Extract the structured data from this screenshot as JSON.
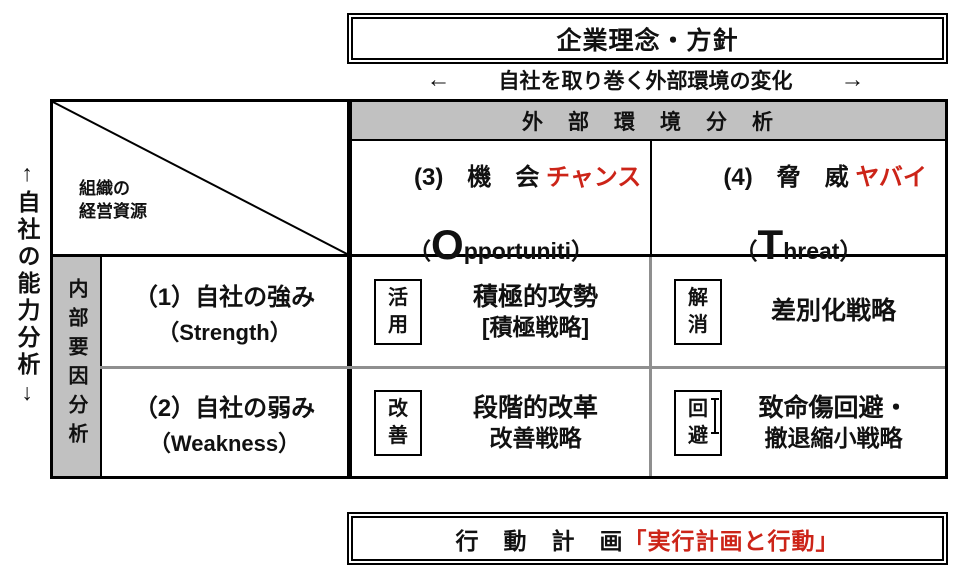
{
  "colors": {
    "red": "#cc2418",
    "gray_fill": "#c1c1c1",
    "gray_line": "#8f8f8f"
  },
  "top_banner": {
    "title": "企業理念・方針"
  },
  "external_change": {
    "left_arrow": "←",
    "label": "自社を取り巻く外部環境の変化",
    "right_arrow": "→"
  },
  "matrix": {
    "corner_label_line1": "組織の",
    "corner_label_line2": "経営資源",
    "external_header": "外　部　環　境　分　析",
    "left_axis": "↑自社の能力分析↓",
    "internal_strip": "内部要因分析",
    "opportunity": {
      "heading_black": "(3)　機　会 ",
      "heading_red": "チャンス",
      "paren_open": "（",
      "big_letter": "O",
      "name_rest": "pportuniti",
      "paren_close": "）"
    },
    "threat": {
      "heading_black": "(4)　脅　威 ",
      "heading_red": "ヤバイ",
      "paren_open": "（",
      "big_letter": "T",
      "name_rest": "hreat",
      "paren_close": "）"
    },
    "strength": {
      "line1": "（1）自社の強み",
      "line2": "（Strength）"
    },
    "weakness": {
      "line1": "（2）自社の弱み",
      "line2": "（Weakness）"
    },
    "so": {
      "tag": "活用",
      "line1": "積極的攻勢",
      "line2": "[積極戦略]"
    },
    "st": {
      "tag": "解消",
      "line1": "差別化戦略"
    },
    "wo": {
      "tag": "改善",
      "line1": "段階的改革",
      "line2": "改善戦略"
    },
    "wt": {
      "tag": "回避",
      "line1": "致命傷回避・",
      "line2": "撤退縮小戦略"
    }
  },
  "bottom_banner": {
    "black_part": "行　動　計　画",
    "red_part": "「実行計画と行動」"
  }
}
